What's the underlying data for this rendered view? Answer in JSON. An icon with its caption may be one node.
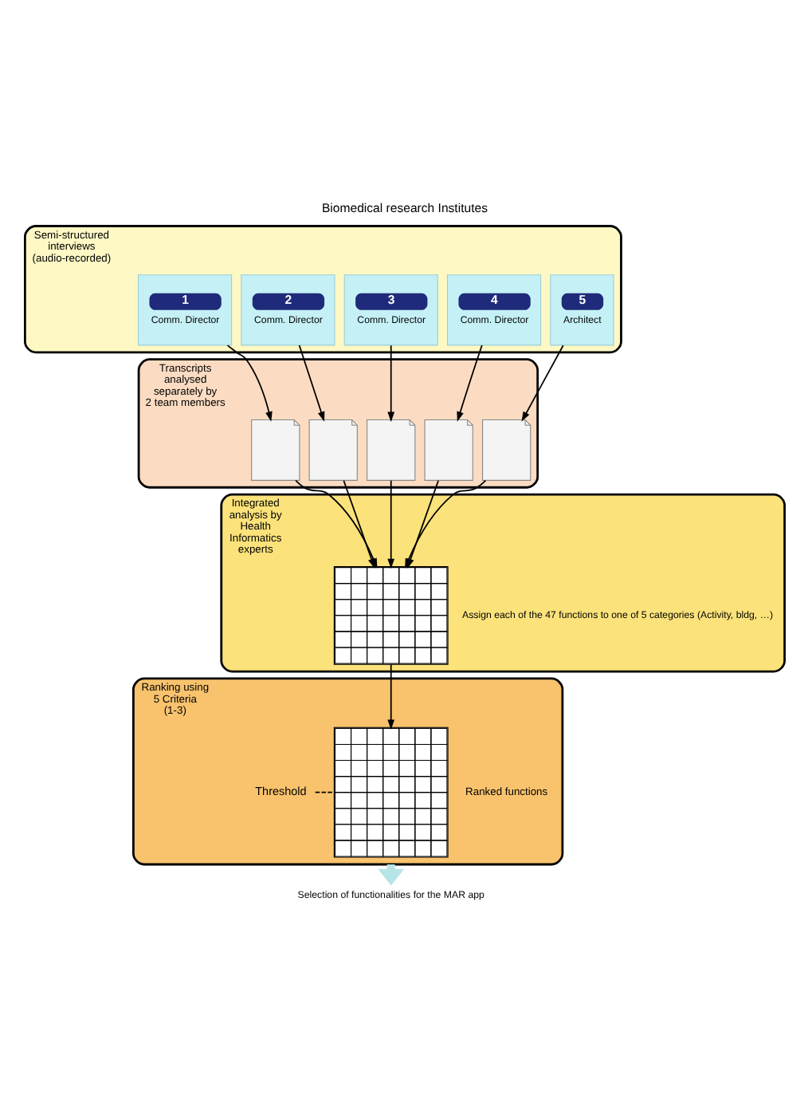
{
  "diagram": {
    "title": "Biomedical research Institutes",
    "nodes": [
      {
        "text": [
          "Semi-structured interviews (audio-recorded)"
        ]
      },
      {
        "text": [
          "1",
          "Comm. Director"
        ],
        "in": 0
      },
      {
        "text": [
          "2",
          "Comm. Director"
        ],
        "in": 0
      },
      {
        "text": [
          "3",
          "Comm. Director"
        ],
        "in": 0
      },
      {
        "text": [
          "4",
          "Comm. Director"
        ],
        "in": 0
      },
      {
        "text": [
          "5",
          "Architect"
        ],
        "in": 0
      },
      {
        "text": [
          "Transcripts analysed separately by 2 team members"
        ]
      },
      {
        "text": [],
        "shape": "picture",
        "in": 6
      },
      {
        "text": [],
        "shape": "picture",
        "in": 6
      },
      {
        "text": [],
        "shape": "picture",
        "in": 6
      },
      {
        "text": [],
        "shape": "picture",
        "in": 6
      },
      {
        "text": [],
        "shape": "picture",
        "in": 6
      },
      {
        "text": [
          "Integrated analysis by Health Informatics experts"
        ]
      },
      {
        "text": [],
        "shape": "picture",
        "in": 12,
        "beside": [
          "Assign each of the 47 functions to one of 5 categories (Activity, bldg, …)"
        ]
      },
      {
        "text": [
          "Ranking using 5 Criteria (1-3)"
        ]
      },
      {
        "text": [],
        "shape": "picture",
        "in": 14
      },
      {
        "text": [
          "Selection of functionalities for the MAR app"
        ]
      }
    ],
    "edges": [
      {
        "from": 1,
        "to": 7,
        "arrow": "to"
      },
      {
        "from": 2,
        "to": 8,
        "arrow": "to"
      },
      {
        "from": 3,
        "to": 9,
        "arrow": "to"
      },
      {
        "from": 4,
        "to": 10,
        "arrow": "to"
      },
      {
        "from": 5,
        "to": 11,
        "arrow": "to"
      },
      {
        "from": 7,
        "to": 13,
        "arrow": "to"
      },
      {
        "from": 8,
        "to": 13,
        "arrow": "to"
      },
      {
        "from": 9,
        "to": 13,
        "arrow": "to"
      },
      {
        "from": 10,
        "to": 13,
        "arrow": "to"
      },
      {
        "from": 11,
        "to": 13,
        "arrow": "to"
      },
      {
        "from": 13,
        "to": 15,
        "arrow": "to"
      },
      {
        "from": 14,
        "to": 16,
        "arrow": "to",
        "style": "thick",
        "color": "#b7e4e6"
      }
    ],
    "labels": [
      "Threshold",
      "Ranked functions"
    ]
  }
}
